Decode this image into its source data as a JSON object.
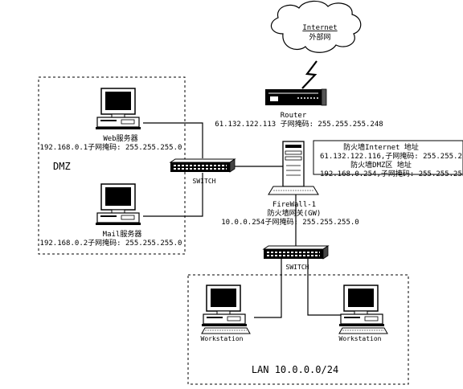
{
  "internet": {
    "line1": "Internet",
    "line2": "外部网"
  },
  "router": {
    "label": "Router",
    "address": "61.132.122.113 子网掩码: 255.255.255.248"
  },
  "firewall_info": {
    "line1": "防火墙Internet 地址",
    "line2": "61.132.122.116,子网掩码: 255.255.255.2",
    "line3": "防火墙DMZ区 地址",
    "line4": "192.168.0.254,子网掩码: 255.255.255."
  },
  "firewall": {
    "name": "FireWall-1",
    "role": "防火墙网关(GW)",
    "address": "10.0.0.254子网掩码: 255.255.255.0"
  },
  "dmz": {
    "label": "DMZ",
    "switch_label": "SWITCH",
    "web_server": {
      "name": "Web服务器",
      "address": "192.168.0.1子网掩码: 255.255.255.0"
    },
    "mail_server": {
      "name": "Mail服务器",
      "address": "192.168.0.2子网掩码: 255.255.255.0"
    }
  },
  "lan": {
    "label": "LAN 10.0.0.0/24",
    "switch_label": "SWITCH",
    "workstations": [
      {
        "name": "Workstation"
      },
      {
        "name": "Workstation"
      }
    ]
  }
}
